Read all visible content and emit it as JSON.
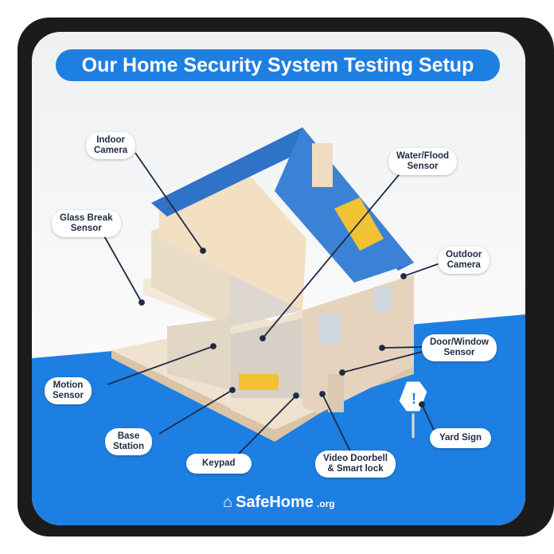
{
  "title": "Our Home Security System Testing Setup",
  "labels": {
    "indoor_camera": "Indoor\nCamera",
    "water_sensor": "Water/Flood\nSensor",
    "glass_break": "Glass Break\nSensor",
    "outdoor_camera": "Outdoor\nCamera",
    "door_window": "Door/Window\nSensor",
    "motion": "Motion\nSensor",
    "yard_sign": "Yard Sign",
    "base_station": "Base\nStation",
    "keypad": "Keypad",
    "doorbell": "Video Doorbell\n& Smart lock"
  },
  "logo": {
    "name": "SafeHome",
    "suffix": ".org"
  },
  "colors": {
    "brand": "#1e7fe2",
    "roof": "#2f73c9",
    "wall": "#e8d7c3",
    "floor": "#f2e6d3"
  }
}
